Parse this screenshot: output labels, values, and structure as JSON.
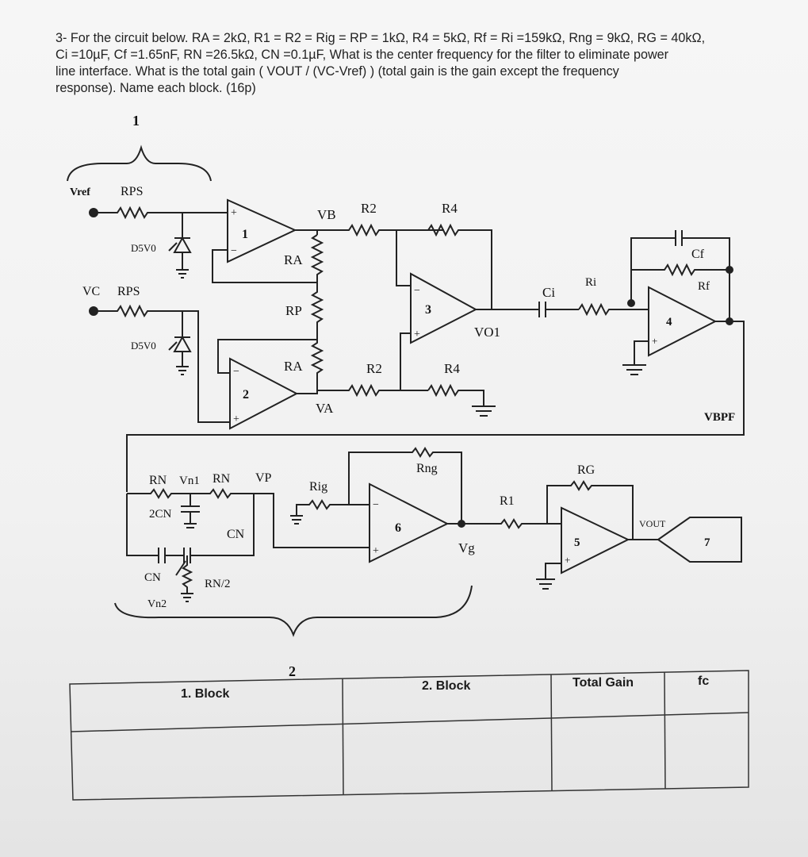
{
  "question": {
    "line1": "3- For the circuit below. RA = 2kΩ, R1 = R2 = Rig = RP = 1kΩ,  R4 = 5kΩ, Rf = Ri =159kΩ, Rng = 9kΩ, RG = 40kΩ,",
    "line2": "Ci =10µF, Cf =1.65nF, RN =26.5kΩ, CN =0.1µF, What is the center frequency for the filter to eliminate power",
    "line3": "line interface. What is the total gain ( VOUT / (VC-Vref) ) (total gain is the gain except the frequency",
    "line4": "response). Name each block. (16p)"
  },
  "circuit": {
    "block1_num": "1",
    "block2_num": "2",
    "vref": "Vref",
    "vc": "VC",
    "rps_top": "RPS",
    "rps_bot": "RPS",
    "d5v0_top": "D5V0",
    "d5v0_bot": "D5V0",
    "opamp1": "1",
    "opamp2": "2",
    "opamp3": "3",
    "opamp4": "4",
    "opamp5": "5",
    "opamp6": "6",
    "opamp7": "7",
    "vb": "VB",
    "va": "VA",
    "ra_top": "RA",
    "ra_bot": "RA",
    "rp": "RP",
    "r2_top": "R2",
    "r2_bot": "R2",
    "r4_top": "R4",
    "r4_bot": "R4",
    "vo1": "VO1",
    "ci": "Ci",
    "ri": "Ri",
    "cf": "Cf",
    "rf": "Rf",
    "vbpf": "VBPF",
    "rn_left": "RN",
    "vn1": "Vn1",
    "rn_right": "RN",
    "vp": "VP",
    "two_cn": "2CN",
    "cn_right": "CN",
    "cn_left": "CN",
    "rn_half": "RN/2",
    "vn2": "Vn2",
    "rig": "Rig",
    "rng": "Rng",
    "vg": "Vg",
    "r1": "R1",
    "rg": "RG",
    "vout": "VOUT"
  },
  "answer_table": {
    "headers": [
      "1. Block",
      "2. Block",
      "Total Gain",
      "fc"
    ]
  }
}
